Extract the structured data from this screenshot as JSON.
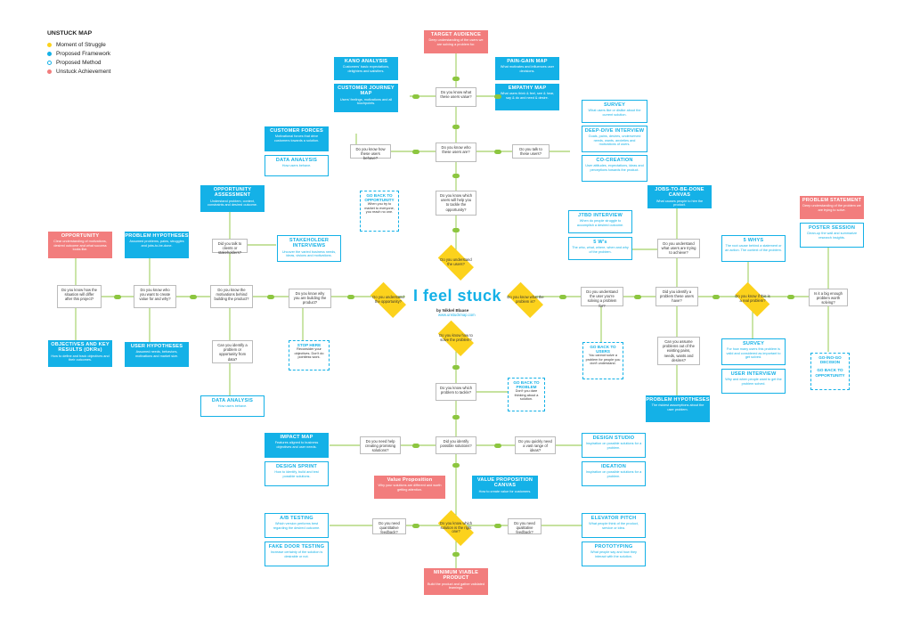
{
  "legend": {
    "title": "UNSTUCK MAP",
    "items": [
      {
        "label": "Moment of Struggle",
        "color": "#fcd21c"
      },
      {
        "label": "Proposed Framework",
        "color": "#14b1e7"
      },
      {
        "label": "Proposed Method",
        "color": "#ffffff"
      },
      {
        "label": "Unstuck Achievement",
        "color": "#f27d7d"
      }
    ]
  },
  "center": {
    "title": "I feel stuck",
    "author": "by Nikkel Blaase",
    "url": "www.unstuckmap.com"
  },
  "struggles": {
    "users": "Do you understand the users?",
    "opportunity": "Do you understand the opportunity?",
    "problem": "Do you know what the problem is?",
    "solve": "Do you know how to solve the problem?",
    "real_problem": "Do you know if this is a real problem?",
    "right_solution": "Do you know which solution is the right one?"
  },
  "questions": {
    "help_users": "Do you know which users will help you to tackle the opportunity?",
    "know_users": "Do you know who these users are?",
    "value": "Do you know what these users value?",
    "behave": "Do you know how these users behave?",
    "talk_users": "Do you talk to these users?",
    "why_building": "Do you know why you are building the product?",
    "talk_clients": "Did you talk to clients or stakeholders?",
    "motivations": "Do you know the motivations behind building the product?",
    "identify_problem": "Can you identify a problem or opportunity from data?",
    "create_value": "Do you know who you want to create value for and why?",
    "situation": "Do you know how the situation will differ after this project?",
    "understand_user": "Do you understand the user you're solving a problem for?",
    "identify_problem_users": "Did you identify a problem these users have?",
    "trying_achieve": "Do you understand what users are trying to achieve?",
    "assume_problems": "Can you assume problems out of the existing pains, needs, wants and desires?",
    "big_enough": "Is it a big enough problem worth solving?",
    "which_problem": "Do you know which problem to tackle?",
    "identified_solutions": "Did you identify possible solutions?",
    "help_solutions": "Do you need help creating promising solutions?",
    "wide_range": "Do you quickly need a vast range of ideas?",
    "quantitative": "Do you need quantitative feedback?",
    "qualitative": "Do you need qualitative feedback?"
  },
  "frameworks": {
    "kano": {
      "title": "KANO ANALYSIS",
      "desc": "Customers' basic expectations, delighters and satisfiers."
    },
    "journey": {
      "title": "CUSTOMER JOURNEY MAP",
      "desc": "Users' feelings, motivations and all touchpoints."
    },
    "pain_gain": {
      "title": "PAIN-GAIN MAP",
      "desc": "What motivates and influences user decisions."
    },
    "empathy": {
      "title": "EMPATHY MAP",
      "desc": "What users think & feel, see & hear, say & do and need & desire."
    },
    "forces": {
      "title": "CUSTOMER FORCES",
      "desc": "Motivational forces that drive customers towards a solution."
    },
    "data1": {
      "title": "DATA ANALYSIS",
      "desc": "How users behave."
    },
    "survey1": {
      "title": "SURVEY",
      "desc": "What users like or dislike about the current solution."
    },
    "deep_dive": {
      "title": "DEEP-DIVE INTERVIEW",
      "desc": "Goals, pains, desires, underserved needs, wants, anxieties and motivations of users."
    },
    "cocreation": {
      "title": "CO-CREATION",
      "desc": "User attitudes, expectations, ideas and perceptions towards the product."
    },
    "opp_assess": {
      "title": "OPPORTUNITY ASSESSMENT",
      "desc": "Understand problem, context, constraints and desired outcome."
    },
    "stakeholder": {
      "title": "STAKEHOLDER INTERVIEWS",
      "desc": "Uncover the varied business needs, ideas, visions and motivations."
    },
    "jtbd_canvas": {
      "title": "JOBS-TO-BE-DONE CANVAS",
      "desc": "What causes people to hire the product."
    },
    "jtbd_interview": {
      "title": "JTBD INTERVIEW",
      "desc": "When do people struggle to accomplish a desired outcome."
    },
    "five_w": {
      "title": "5 W's",
      "desc": "The who, what, where, when and why of the problem."
    },
    "five_whys": {
      "title": "5 WHYS",
      "desc": "The root cause behind a statement or an action. The context of the problem."
    },
    "prob_hyp1": {
      "title": "PROBLEM HYPOTHESES",
      "desc": "Assumed problems, pains, struggles and jobs-to-be-done."
    },
    "user_hyp": {
      "title": "USER HYPOTHESES",
      "desc": "Assumed needs, behaviors, motivations and market size."
    },
    "okr": {
      "title": "OBJECTIVES AND KEY RESULTS (OKRs)",
      "desc": "How to define and track objectives and their outcomes."
    },
    "data2": {
      "title": "DATA ANALYSIS",
      "desc": "How users behave."
    },
    "survey2": {
      "title": "SURVEY",
      "desc": "For how many users this problem is valid and considered as important to get solved."
    },
    "user_interview": {
      "title": "USER INTERVIEW",
      "desc": "Why and when people want to get the problem solved."
    },
    "prob_hyp2": {
      "title": "PROBLEM HYPOTHESES",
      "desc": "The riskiest assumptions about the user problem."
    },
    "poster": {
      "title": "POSTER SESSION",
      "desc": "Clean-up the wall and summarize research insights."
    },
    "impact": {
      "title": "IMPACT MAP",
      "desc": "Features aligned to business objectives and user needs."
    },
    "sprint": {
      "title": "DESIGN SPRINT",
      "desc": "How to identify, build and test possible solutions."
    },
    "studio": {
      "title": "DESIGN STUDIO",
      "desc": "Inspiration on possible solutions for a problem."
    },
    "ideation": {
      "title": "IDEATION",
      "desc": "Inspiration on possible solutions for a problem."
    },
    "vpc": {
      "title": "VALUE PROPOSITION CANVAS",
      "desc": "How to create value for customers."
    },
    "ab": {
      "title": "A/B TESTING",
      "desc": "Which version performs best regarding the desired outcome."
    },
    "fake_door": {
      "title": "FAKE DOOR TESTING",
      "desc": "Increase certainty of the solution is desirable or not."
    },
    "elevator": {
      "title": "ELEVATOR PITCH",
      "desc": "What people think of the product, service or idea."
    },
    "prototyping": {
      "title": "PROTOTYPING",
      "desc": "What people say and how they interact with the solution."
    }
  },
  "achievements": {
    "target": {
      "title": "TARGET AUDIENCE",
      "desc": "Deep understanding of the users we are solving a problem for."
    },
    "opportunity": {
      "title": "OPPORTUNITY",
      "desc": "Clear understanding of motivations, desired outcome and what success looks like."
    },
    "problem_statement": {
      "title": "PROBLEM STATEMENT",
      "desc": "Deep understanding of the problem we are trying to solve."
    },
    "value_prop": {
      "title": "Value Proposition",
      "desc": "Why your solutions are different and worth getting attention."
    },
    "mvp": {
      "title": "MINIMUM VIABLE PRODUCT",
      "desc": "Build the product and gather validated learnings."
    }
  },
  "backs": {
    "opportunity": {
      "title": "GO BACK TO OPPORTUNITY",
      "desc": "When you try to market to everyone, you reach no one."
    },
    "stop": {
      "title": "STOP HERE",
      "desc": "Reconsider your objectives. Don't do pointless work."
    },
    "users": {
      "title": "GO BACK TO USERS",
      "desc": "You cannot solve a problem for people you don't understand."
    },
    "problem": {
      "title": "GO BACK TO PROBLEM",
      "desc": "Don't you dare thinking about a solution."
    },
    "go_no_go": {
      "title": "GO-/NO-GO DECISION",
      "desc": ""
    },
    "opportunity2": {
      "title": "GO BACK TO OPPORTUNITY",
      "desc": ""
    }
  }
}
